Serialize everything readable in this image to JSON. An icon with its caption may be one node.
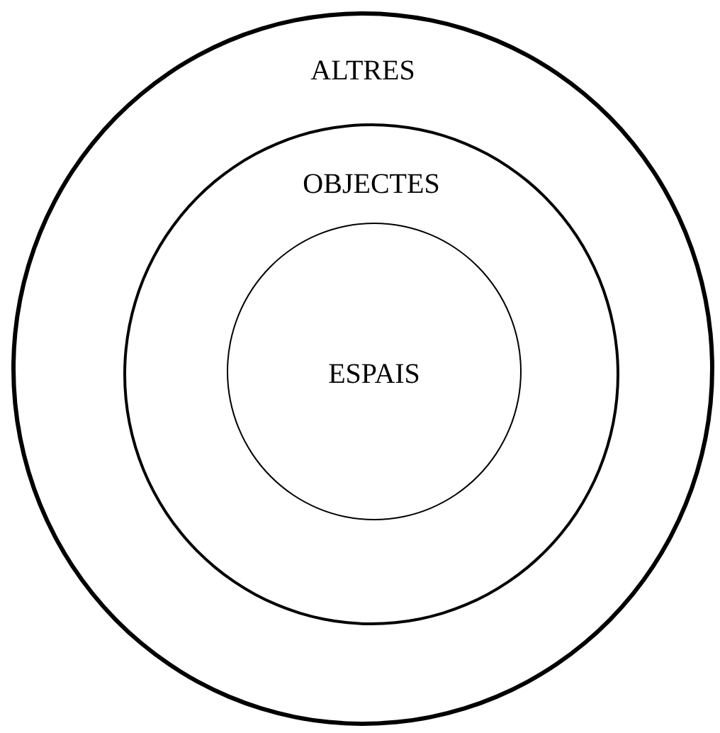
{
  "diagram": {
    "nodes": [
      {
        "text": [
          "ALTRES"
        ]
      },
      {
        "text": [
          "OBJECTES"
        ],
        "in": 0
      },
      {
        "text": [
          "ESPAIS"
        ],
        "in": 1
      }
    ]
  }
}
